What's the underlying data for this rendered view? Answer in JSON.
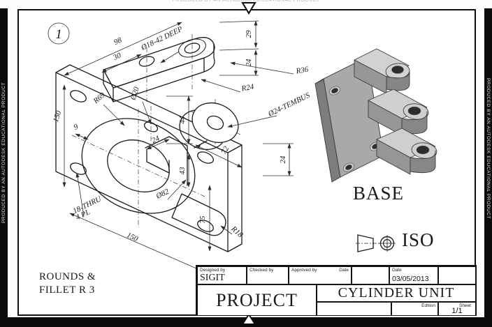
{
  "stamp_text": "PRODUCED BY AN AUTODESK EDUCATIONAL PRODUCT",
  "view_bubble": "1",
  "labels": {
    "base": "BASE",
    "iso": "ISO",
    "notes_line1": "ROUNDS &",
    "notes_line2": "FILLET R 3"
  },
  "dims": {
    "d98": "98",
    "d30": "30",
    "deep_note": "Ø18-42 DEEP",
    "d29": "29",
    "d24_top": "24",
    "r36": "R36",
    "r24": "R24",
    "d44": "44",
    "tembus_note": "Ø24-TEMBUS",
    "d72": "72",
    "d24_side": "24",
    "r69": "R69",
    "d20": "Ø20",
    "d9": "9",
    "d24_step": "24",
    "d43": "43",
    "d82": "Ø82",
    "thru_line1": "18-THRU",
    "thru_line2": "4 PL",
    "d150_left": "150",
    "d150_bottom": "150",
    "d75": "75",
    "r18": "R18"
  },
  "title_block": {
    "designed_by_label": "Designed by",
    "designed_by_value": "SIGIT",
    "checked_by_label": "Checked by",
    "approved_by_label": "Approved by",
    "approved_date_label": "Date",
    "date_label": "Date",
    "date_value": "03/05/2013",
    "project_label": "PROJECT",
    "drawing_title": "CYLINDER UNIT",
    "edition_label": "Edition",
    "sheet_label": "Sheet",
    "sheet_value": "1/1"
  }
}
